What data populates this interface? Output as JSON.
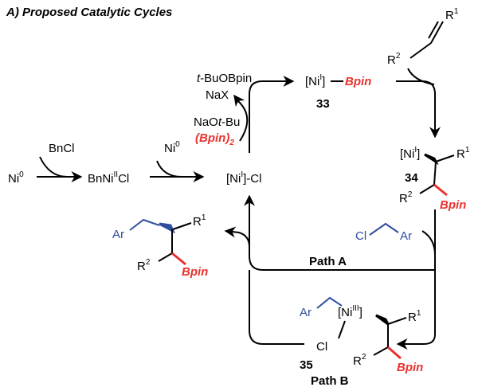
{
  "title": "A) Proposed Catalytic Cycles",
  "initiation": {
    "reagent": "BnCl",
    "start_ni": "Ni",
    "start_ni_sup": "0",
    "intermediate_pre": "BnNi",
    "intermediate_sup": "II",
    "intermediate_post": "Cl",
    "second_ni": "Ni",
    "second_ni_sup": "0",
    "ni_cl_left": "[Ni",
    "ni_cl_sup": "I",
    "ni_cl_right": "]-Cl"
  },
  "borylation": {
    "reagent1": "NaO",
    "reagent1_italic": "t",
    "reagent1_end": "-Bu",
    "reagent2": "(Bpin)",
    "reagent2_sub": "2",
    "byproduct1_italic": "t",
    "byproduct1": "-BuOBpin",
    "byproduct2": "NaX"
  },
  "compound33": {
    "ni_left": "[Ni",
    "ni_sup": "I",
    "ni_right": "]",
    "bpin": "Bpin",
    "label": "33"
  },
  "alkene": {
    "r1": "R",
    "r1_sup": "1",
    "r2": "R",
    "r2_sup": "2"
  },
  "compound34": {
    "ni_left": "[Ni",
    "ni_sup": "I",
    "ni_right": "]",
    "r1": "R",
    "r1_sup": "1",
    "r2": "R",
    "r2_sup": "2",
    "bpin": "Bpin",
    "label": "34"
  },
  "electrophile": {
    "cl": "Cl",
    "ar": "Ar"
  },
  "product": {
    "ar": "Ar",
    "r1": "R",
    "r1_sup": "1",
    "r2": "R",
    "r2_sup": "2",
    "bpin": "Bpin"
  },
  "path_a": "Path A",
  "compound35": {
    "ar": "Ar",
    "ni_left": "[Ni",
    "ni_sup": "III",
    "ni_right": "]",
    "cl": "Cl",
    "r1": "R",
    "r1_sup": "1",
    "r2": "R",
    "r2_sup": "2",
    "bpin": "Bpin",
    "label": "35"
  },
  "path_b": "Path B",
  "colors": {
    "red": "#e8332f",
    "blue": "#2f4e9e",
    "black": "#000000"
  }
}
